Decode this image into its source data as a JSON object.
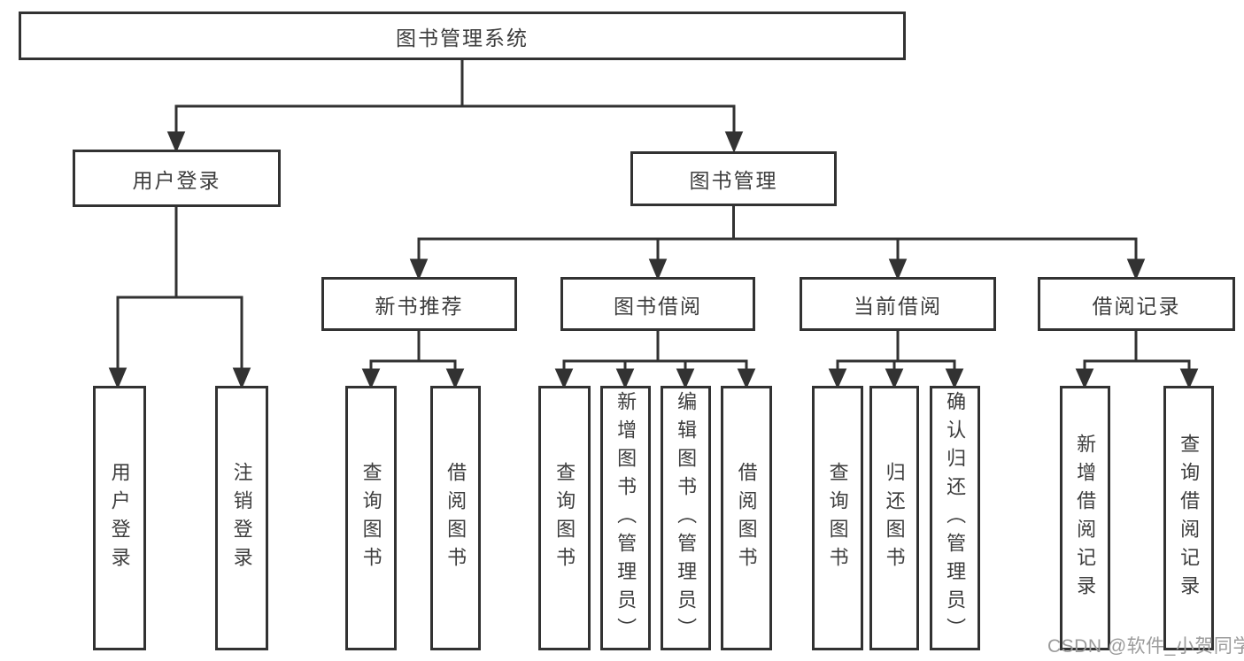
{
  "diagram": {
    "title": "图书管理系统",
    "nodes": {
      "root": {
        "label": "图书管理系统"
      },
      "level2": [
        {
          "label": "用户登录"
        },
        {
          "label": "图书管理"
        }
      ],
      "level3": [
        {
          "label": "新书推荐"
        },
        {
          "label": "图书借阅"
        },
        {
          "label": "当前借阅"
        },
        {
          "label": "借阅记录"
        }
      ],
      "leaves": {
        "user_login": [
          {
            "label": "用户登录"
          },
          {
            "label": "注销登录"
          }
        ],
        "new_book": [
          {
            "label": "查询图书"
          },
          {
            "label": "借阅图书"
          }
        ],
        "book_borrow": [
          {
            "label": "查询图书"
          },
          {
            "label": "新增图书（管理员）"
          },
          {
            "label": "编辑图书（管理员）"
          },
          {
            "label": "借阅图书"
          }
        ],
        "current_borrow": [
          {
            "label": "查询图书"
          },
          {
            "label": "归还图书"
          },
          {
            "label": "确认归还（管理员）"
          }
        ],
        "borrow_records": [
          {
            "label": "新增借阅记录"
          },
          {
            "label": "查询借阅记录"
          }
        ]
      }
    }
  },
  "watermark": {
    "text": "CSDN @软件_小贺同学"
  },
  "colors": {
    "line": "#323232",
    "text": "#3d3d3d",
    "background": "#ffffff",
    "watermark": "#9b9b9b"
  }
}
